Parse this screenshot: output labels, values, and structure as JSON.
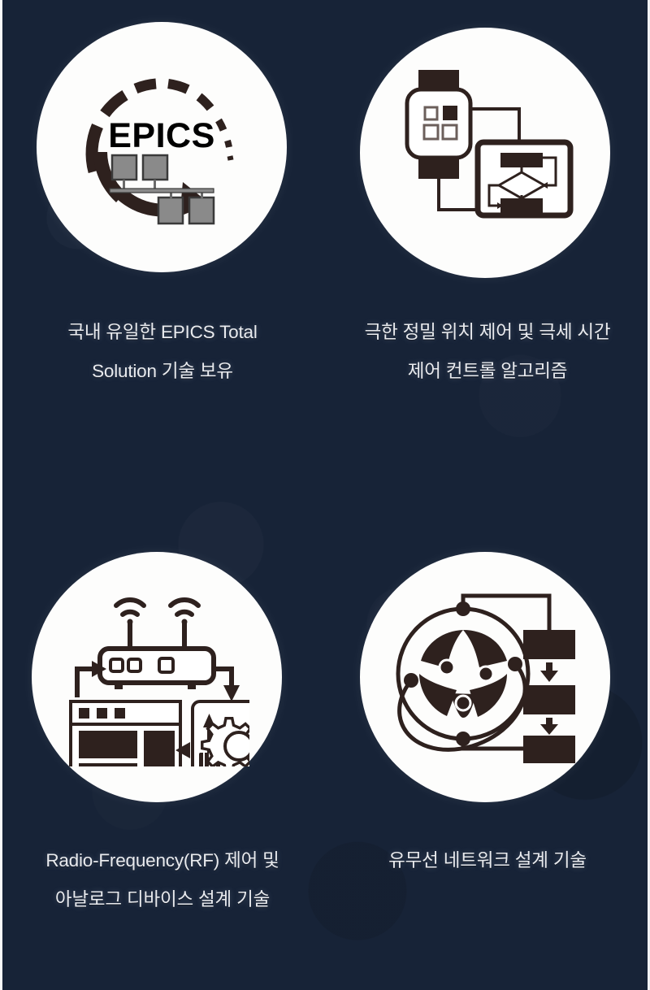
{
  "theme": {
    "background_navy_light": "#1b2b45",
    "background_navy_dark": "#141d2c",
    "circle_fill": "#fdfdfc",
    "icon_dark": "#2b1f1c",
    "icon_gray": "#808080",
    "caption_text": "#e9ebef"
  },
  "cards": [
    {
      "id": "epics-total-solution",
      "icon_name": "epics-network-cycle-icon",
      "icon_label": "EPICS",
      "caption": "국내 유일한 EPICS Total Solution 기술 보유"
    },
    {
      "id": "precision-motion-control",
      "icon_name": "smartwatch-flowchart-icon",
      "icon_label": "",
      "caption": "극한 정밀 위치 제어 및 극세 시간 제어 컨트롤 알고리즘"
    },
    {
      "id": "rf-analog-device-design",
      "icon_name": "wireless-router-settings-icon",
      "icon_label": "",
      "caption": "Radio-Frequency(RF) 제어 및 아날로그 디바이스 설계 기술"
    },
    {
      "id": "wired-wireless-network-design",
      "icon_name": "global-network-flow-icon",
      "icon_label": "",
      "caption": "유무선 네트워크 설계 기술"
    }
  ]
}
